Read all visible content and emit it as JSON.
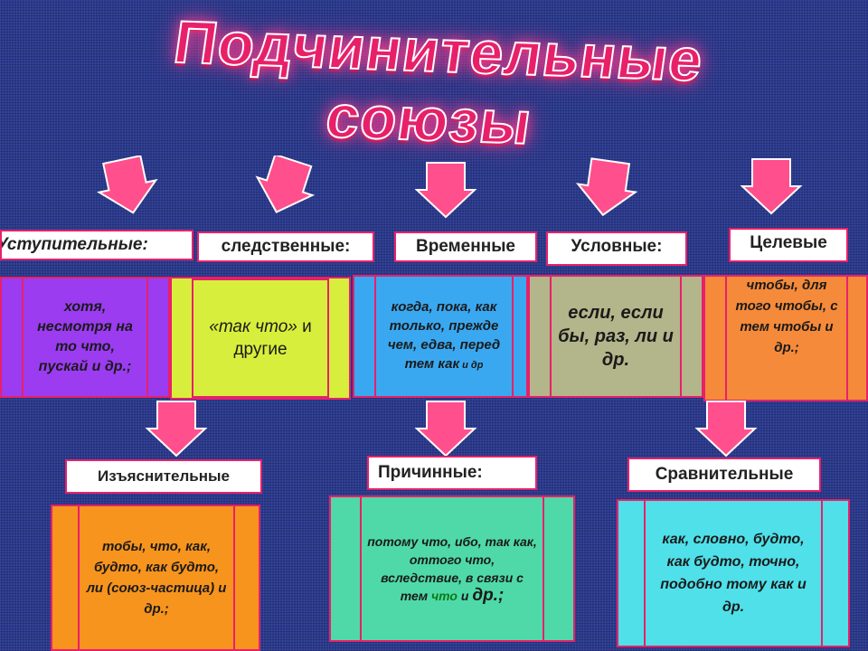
{
  "title": "Подчинительные союзы",
  "colors": {
    "accent": "#e8206a",
    "background": "#2b3a8f",
    "concessive": "#9b3cf0",
    "consequence": "#d8ee3c",
    "temporal": "#3aa8f0",
    "conditional": "#b3b58a",
    "purpose": "#f58a3a",
    "explanatory": "#f7941d",
    "causal": "#4fd9a8",
    "comparative": "#4fe0ea"
  },
  "groups": {
    "concessive": {
      "label": "Уступительные:",
      "text": "хотя, несмотря на то что, пускай и др.;"
    },
    "consequence": {
      "label": "следственные:",
      "text_a": "«так что»",
      "text_b": " и другие"
    },
    "temporal": {
      "label": "Временные",
      "text": "когда, пока, как только, прежде чем, едва, перед тем как",
      "text_small": " и др"
    },
    "conditional": {
      "label": "Условные:",
      "text": "если, если бы, раз, ли и др."
    },
    "purpose": {
      "label": "Целевые",
      "text": "чтобы, для того чтобы, с тем чтобы и др.;"
    },
    "explanatory": {
      "label": "Изъяснительные",
      "text": "тобы, что, как, будто, как будто, ли (союз-частица) и др.;"
    },
    "causal": {
      "label": "Причинные:",
      "text_a": "потому что, ибо, так как, оттого что, вследствие, в связи с тем ",
      "text_green": "что",
      "text_b": " и ",
      "text_big": "др.;"
    },
    "comparative": {
      "label": "Сравнительные",
      "text": "как, словно, будто, как будто, точно, подобно тому как и др."
    }
  }
}
